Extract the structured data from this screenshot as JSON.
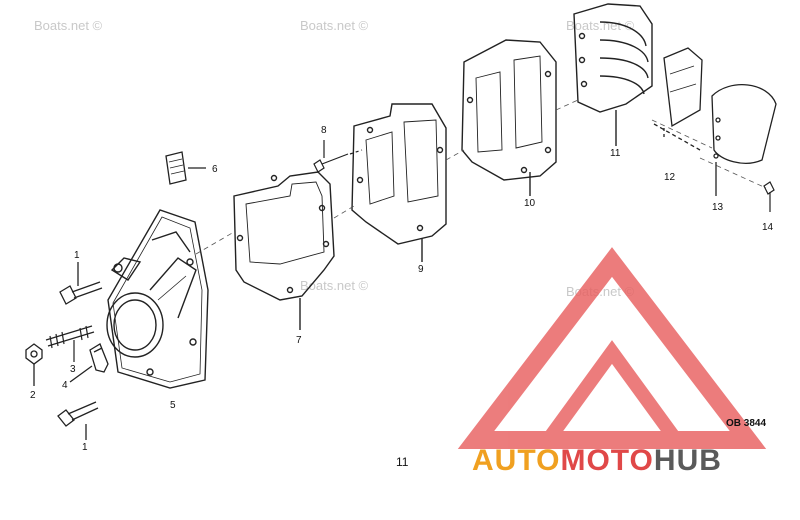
{
  "watermarks": {
    "text": "Boats.net ©"
  },
  "callouts": {
    "c1a": "1",
    "c1b": "1",
    "c2": "2",
    "c3": "3",
    "c4": "4",
    "c5": "5",
    "c6": "6",
    "c7": "7",
    "c8": "8",
    "c9": "9",
    "c10": "10",
    "c11": "11",
    "c12": "12",
    "c13": "13",
    "c14": "14"
  },
  "figure": {
    "code": "OB 3844",
    "page_number": "11"
  },
  "logo": {
    "part1": "AUTO",
    "part2": "MOTO",
    "part3": "HUB",
    "color_primary": "#e04848",
    "color_secondary": "#f0a020",
    "color_dark": "#5a5a5a"
  }
}
